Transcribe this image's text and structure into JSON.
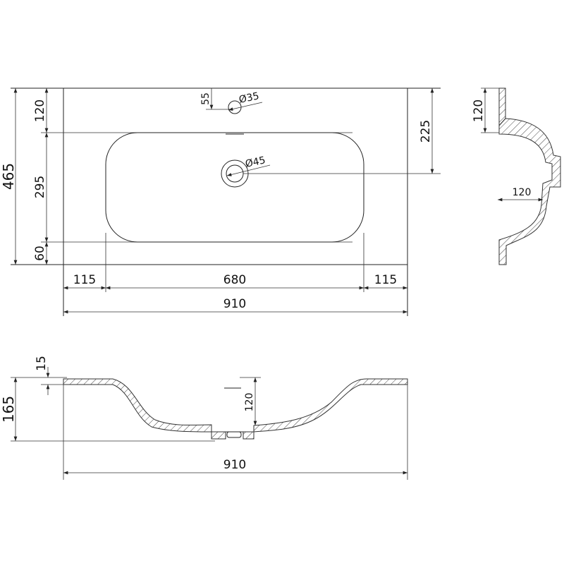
{
  "top_view": {
    "dims": {
      "overall_depth": "465",
      "rear_rim": "120",
      "basin_depth": "295",
      "front_rim": "60",
      "tap_offset": "55",
      "tap_hole": "Ø35",
      "drain_hole": "Ø45",
      "drain_offset": "225",
      "left_rim": "115",
      "basin_width": "680",
      "right_rim": "115",
      "overall_width": "910"
    }
  },
  "side_view": {
    "dims": {
      "rear_height": "120",
      "bowl_depth": "120"
    }
  },
  "front_section": {
    "dims": {
      "total_height": "165",
      "rim_thickness": "15",
      "overflow_height": "120",
      "overall_width": "910"
    }
  },
  "colors": {
    "line": "#222222",
    "background": "#ffffff"
  }
}
